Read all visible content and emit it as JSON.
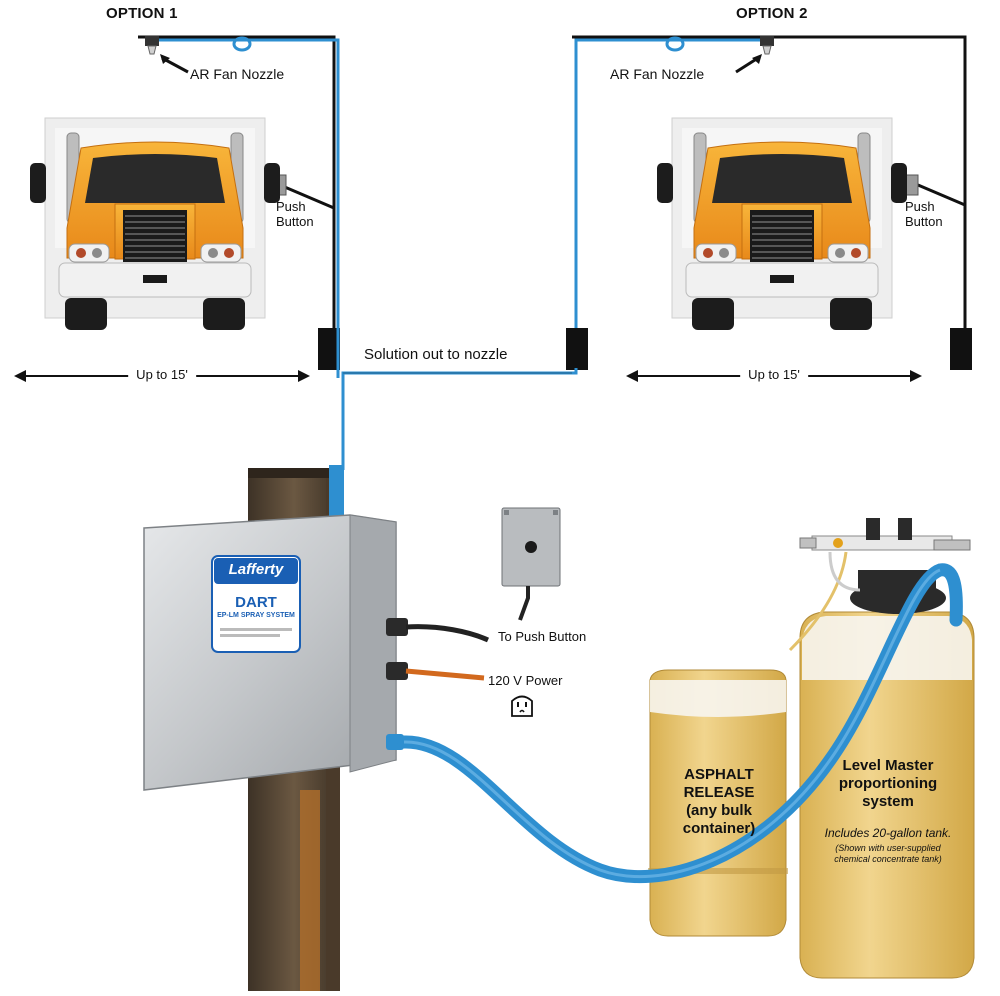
{
  "options": {
    "option1_title": "OPTION 1",
    "option2_title": "OPTION 2"
  },
  "labels": {
    "nozzle_1": "AR Fan Nozzle",
    "nozzle_2": "AR Fan Nozzle",
    "push_button_1": "Push\nButton",
    "push_button_2": "Push\nButton",
    "span_1": "Up to 15'",
    "span_2": "Up to 15'",
    "solution_out": "Solution out to nozzle",
    "to_push_button": "To Push Button",
    "power": "120 V Power"
  },
  "controller": {
    "brand": "Lafferty",
    "product_line": "DART",
    "product_name": "EP-LM SPRAY SYSTEM"
  },
  "asphalt_tank": {
    "label": "ASPHALT\nRELEASE\n(any bulk\ncontainer)"
  },
  "level_master": {
    "title": "Level Master\nproportioning\nsystem",
    "note_main": "Includes 20-gallon tank.",
    "note_sub": "(Shown with user-supplied\nchemical concentrate tank)"
  },
  "colors": {
    "hose_blue": "#2e8fd0",
    "truck_orange": "#f5a21c",
    "fluid_amber": "#e9c46a",
    "steel": "#c9cbcd",
    "lafferty_blue": "#1a5fb4",
    "power_orange": "#d2691e"
  }
}
